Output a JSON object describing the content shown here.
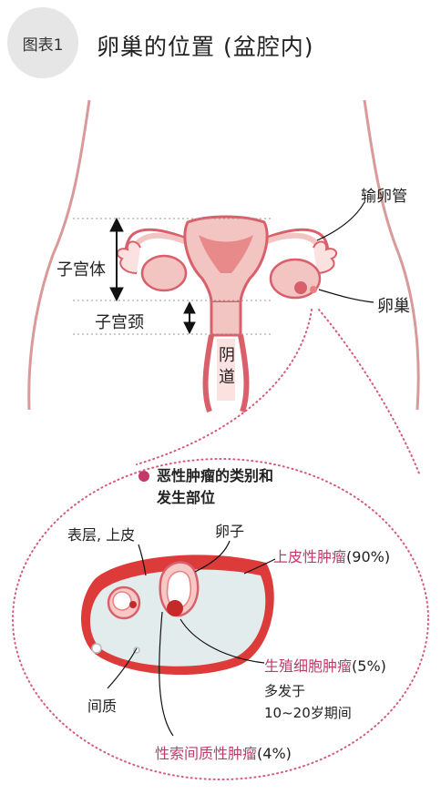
{
  "header": {
    "badge": "图表1",
    "title": "卵巢的位置 (盆腔内)"
  },
  "upper_labels": {
    "fallopian_tube": "输卵管",
    "uterus_body": "子宫体",
    "cervix": "子宫颈",
    "vagina_1": "阴",
    "vagina_2": "道",
    "ovary": "卵巢"
  },
  "legend": {
    "line1": "恶性肿瘤的类别和",
    "line2": "发生部位"
  },
  "lower_labels": {
    "surface": "表层, 上皮",
    "egg": "卵子",
    "epithelial_name": "上皮性肿瘤",
    "epithelial_pct": "(90%)",
    "germ_name": "生殖细胞肿瘤",
    "germ_pct": "(5%)",
    "germ_note_1": "多发于",
    "germ_note_2": "10~20岁期间",
    "stroma": "间质",
    "sex_cord_name": "性索间质性肿瘤",
    "sex_cord_pct": "(4%)"
  },
  "colors": {
    "accent": "#c23a6a",
    "organ_fill": "#f2c5c3",
    "organ_stroke": "#d9606a",
    "outline": "#d89a9a",
    "red_layer": "#dd3a3a",
    "badge_bg": "#e6e6e6"
  }
}
